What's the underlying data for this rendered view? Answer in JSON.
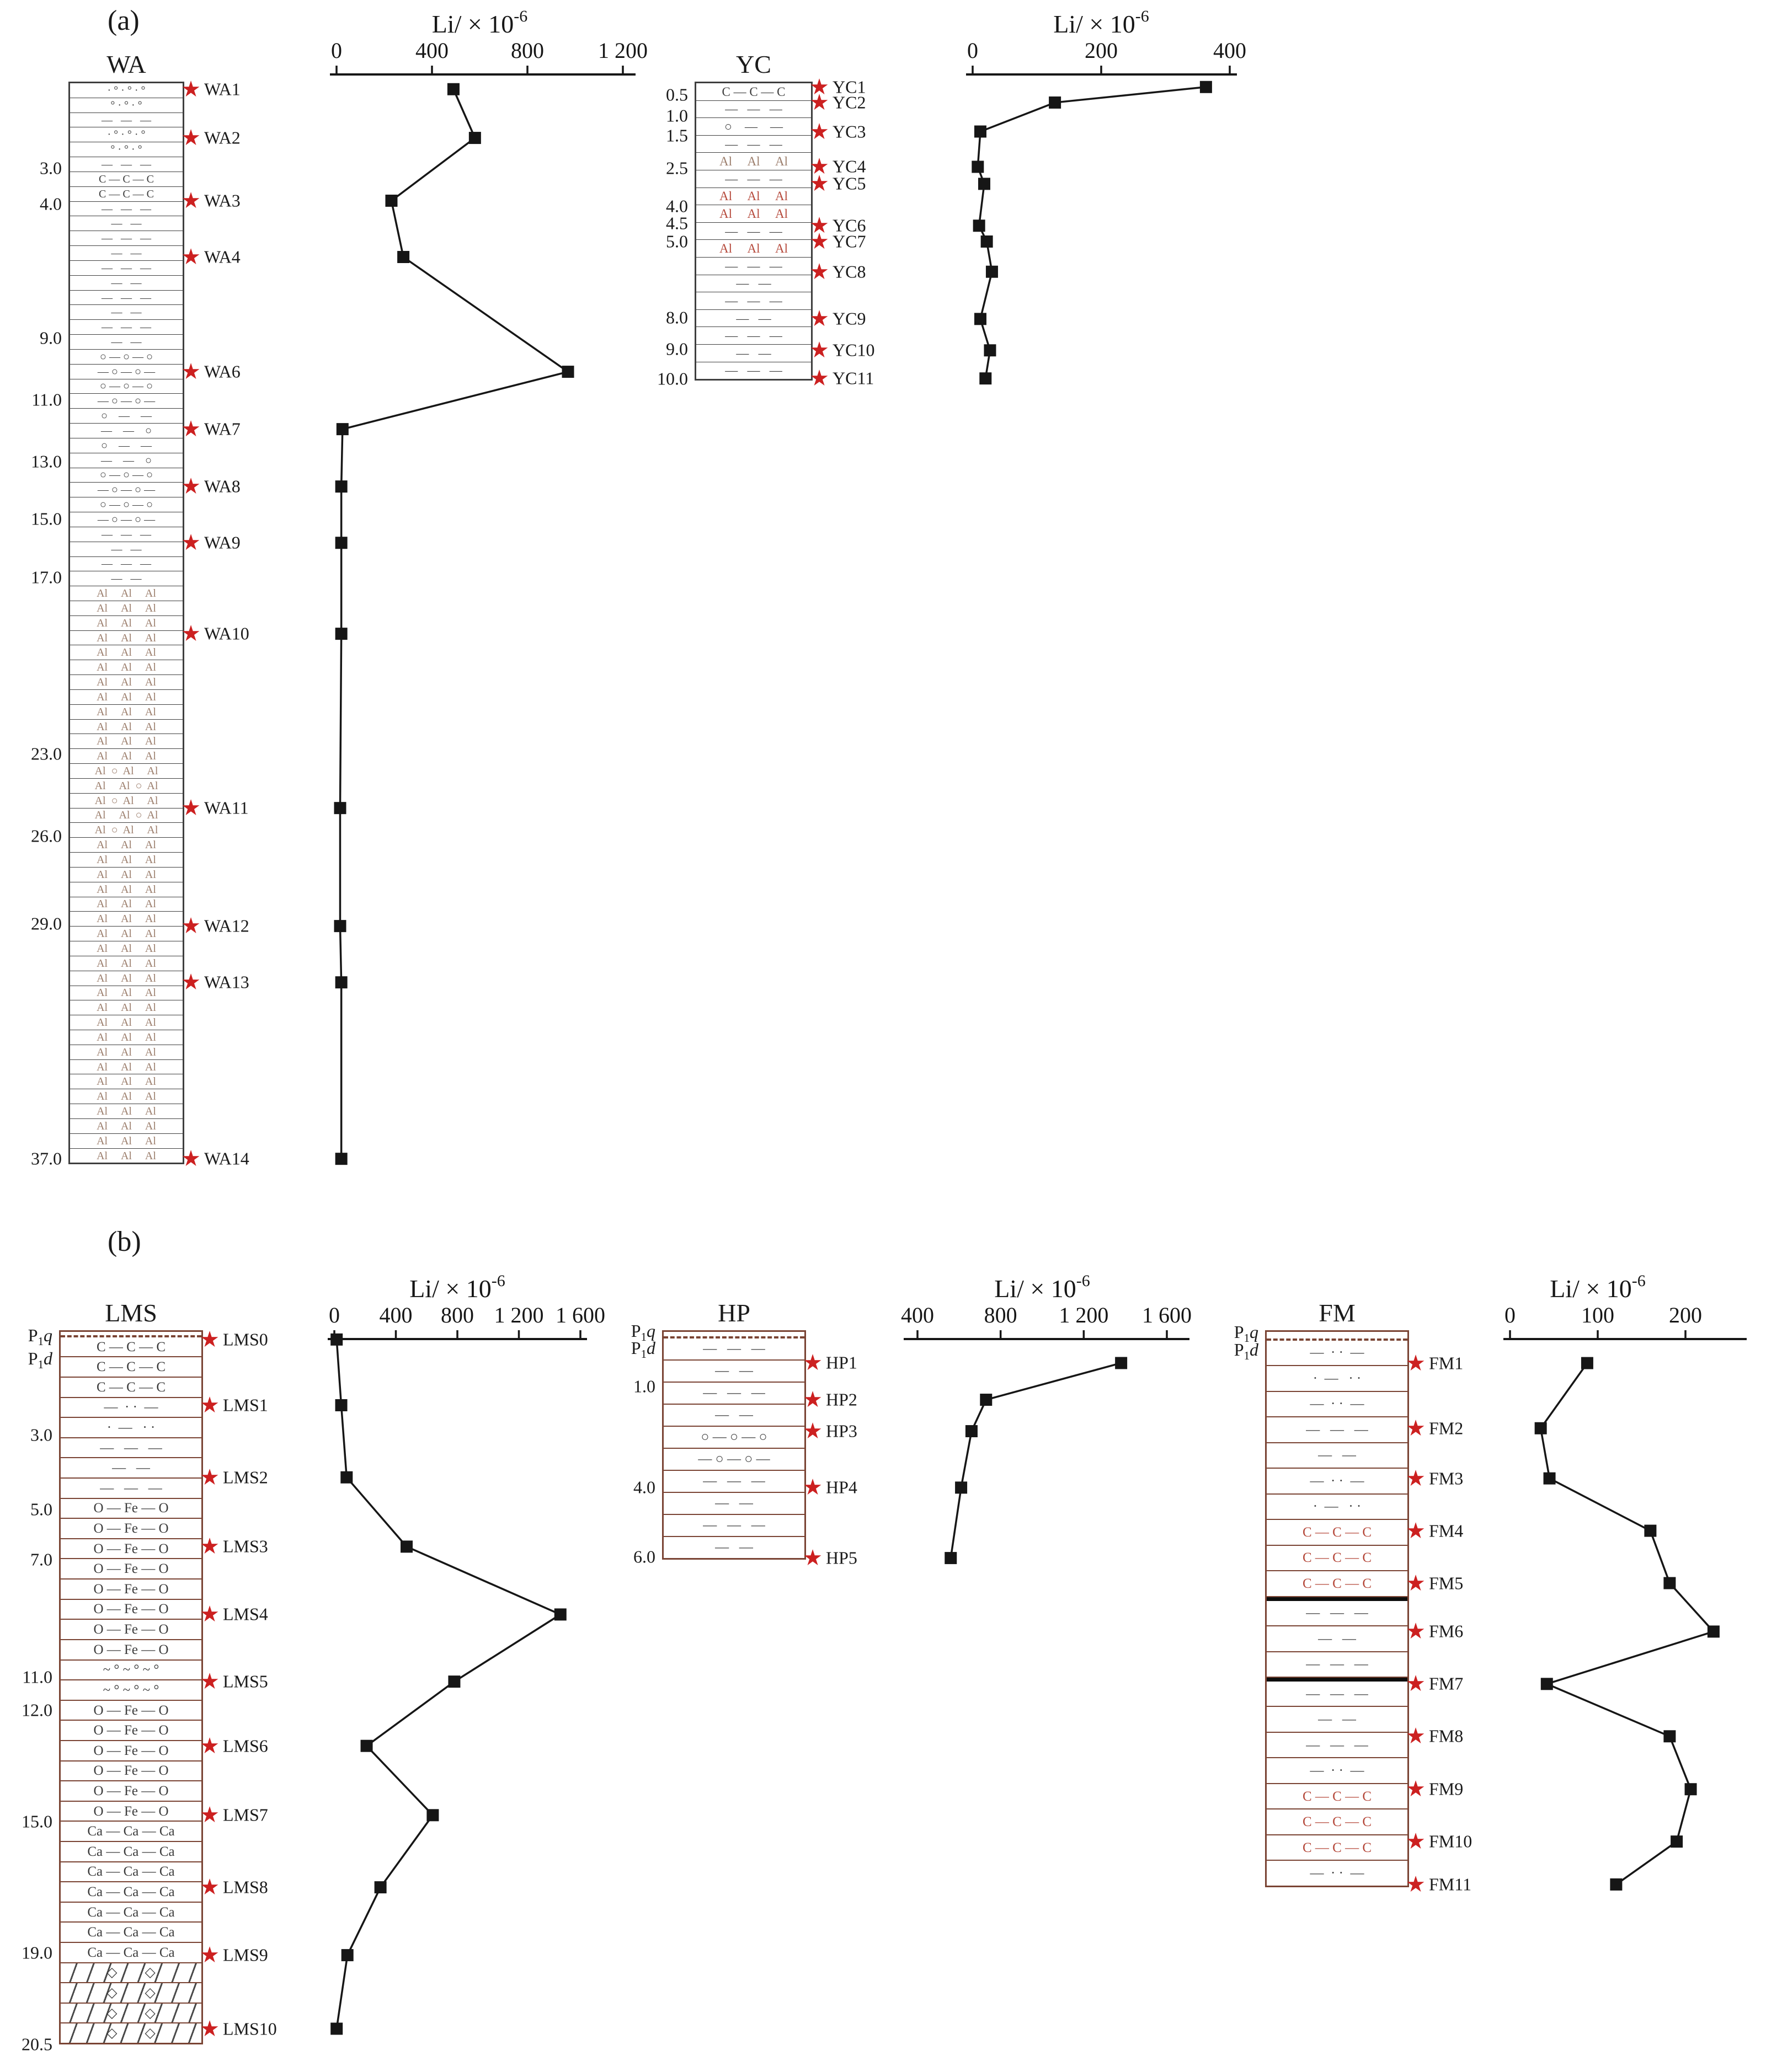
{
  "panel_a_label": "(a)",
  "panel_b_label": "(b)",
  "axis_title": {
    "base": "Li/ × 10",
    "exponent": "-6"
  },
  "colors": {
    "star": "#cc2020",
    "data_line": "#161616",
    "marker": "#161616",
    "panel_a_border": "#3f3f3f",
    "panel_b_border": "#7a4434",
    "red_lithology_text": "#b5483a",
    "al_text": "#9b7d6b"
  },
  "chart_data": [
    {
      "id": "WA",
      "type": "line",
      "panel": "a",
      "column_title": "WA",
      "axis": {
        "min": 0,
        "ticks": [
          0,
          400,
          800,
          1200
        ],
        "tick_labels": [
          "0",
          "400",
          "800",
          "1 200"
        ]
      },
      "samples": [
        {
          "label": "WA1",
          "pos": 0.007,
          "li": 490
        },
        {
          "label": "WA2",
          "pos": 0.052,
          "li": 580
        },
        {
          "label": "WA3",
          "pos": 0.11,
          "li": 230
        },
        {
          "label": "WA4",
          "pos": 0.162,
          "li": 280
        },
        {
          "label": "WA6",
          "pos": 0.268,
          "li": 970
        },
        {
          "label": "WA7",
          "pos": 0.321,
          "li": 25
        },
        {
          "label": "WA8",
          "pos": 0.374,
          "li": 20
        },
        {
          "label": "WA9",
          "pos": 0.426,
          "li": 20
        },
        {
          "label": "WA10",
          "pos": 0.51,
          "li": 20
        },
        {
          "label": "WA11",
          "pos": 0.671,
          "li": 15
        },
        {
          "label": "WA12",
          "pos": 0.78,
          "li": 15
        },
        {
          "label": "WA13",
          "pos": 0.832,
          "li": 20
        },
        {
          "label": "WA14",
          "pos": 0.995,
          "li": 20
        }
      ],
      "depth_labels": [
        {
          "text": "3.0",
          "pos": 0.08
        },
        {
          "text": "4.0",
          "pos": 0.113
        },
        {
          "text": "9.0",
          "pos": 0.237
        },
        {
          "text": "11.0",
          "pos": 0.294
        },
        {
          "text": "13.0",
          "pos": 0.351
        },
        {
          "text": "15.0",
          "pos": 0.404
        },
        {
          "text": "17.0",
          "pos": 0.458
        },
        {
          "text": "23.0",
          "pos": 0.621
        },
        {
          "text": "26.0",
          "pos": 0.697
        },
        {
          "text": "29.0",
          "pos": 0.778
        },
        {
          "text": "37.0",
          "pos": 0.995
        }
      ],
      "strat_labels": [],
      "lithology": [
        {
          "pattern": "dots",
          "rows": 2
        },
        {
          "pattern": "dash",
          "rows": 1
        },
        {
          "pattern": "dots",
          "rows": 2
        },
        {
          "pattern": "dash",
          "rows": 1
        },
        {
          "pattern": "coal",
          "rows": 2
        },
        {
          "pattern": "dash",
          "rows": 10
        },
        {
          "pattern": "circle-dash",
          "rows": 4
        },
        {
          "pattern": "dash-circle",
          "rows": 4
        },
        {
          "pattern": "circle-dash",
          "rows": 4
        },
        {
          "pattern": "dash",
          "rows": 4
        },
        {
          "pattern": "al",
          "rows": 12
        },
        {
          "pattern": "al-circle",
          "rows": 5
        },
        {
          "pattern": "al",
          "rows": 22
        }
      ]
    },
    {
      "id": "YC",
      "type": "line",
      "panel": "a",
      "column_title": "YC",
      "axis": {
        "min": 0,
        "ticks": [
          0,
          200,
          400
        ],
        "tick_labels": [
          "0",
          "200",
          "400"
        ]
      },
      "samples": [
        {
          "label": "YC1",
          "pos": 0.018,
          "li": 363
        },
        {
          "label": "YC2",
          "pos": 0.07,
          "li": 128
        },
        {
          "label": "YC3",
          "pos": 0.167,
          "li": 12
        },
        {
          "label": "YC4",
          "pos": 0.285,
          "li": 8
        },
        {
          "label": "YC5",
          "pos": 0.342,
          "li": 18
        },
        {
          "label": "YC6",
          "pos": 0.482,
          "li": 10
        },
        {
          "label": "YC7",
          "pos": 0.535,
          "li": 22
        },
        {
          "label": "YC8",
          "pos": 0.636,
          "li": 30
        },
        {
          "label": "YC9",
          "pos": 0.794,
          "li": 12
        },
        {
          "label": "YC10",
          "pos": 0.899,
          "li": 27
        },
        {
          "label": "YC11",
          "pos": 0.993,
          "li": 20
        }
      ],
      "depth_labels": [
        {
          "text": "0.5",
          "pos": 0.044
        },
        {
          "text": "1.0",
          "pos": 0.114
        },
        {
          "text": "1.5",
          "pos": 0.18
        },
        {
          "text": "2.5",
          "pos": 0.289
        },
        {
          "text": "4.0",
          "pos": 0.417
        },
        {
          "text": "4.5",
          "pos": 0.474
        },
        {
          "text": "5.0",
          "pos": 0.535
        },
        {
          "text": "8.0",
          "pos": 0.789
        },
        {
          "text": "9.0",
          "pos": 0.895
        },
        {
          "text": "10.0",
          "pos": 0.995
        }
      ],
      "strat_labels": [],
      "lithology": [
        {
          "pattern": "coal",
          "rows": 1
        },
        {
          "pattern": "dash",
          "rows": 1
        },
        {
          "pattern": "dash-circle",
          "rows": 1
        },
        {
          "pattern": "dash",
          "rows": 1
        },
        {
          "pattern": "al",
          "rows": 1
        },
        {
          "pattern": "dash",
          "rows": 1
        },
        {
          "pattern": "al-red",
          "rows": 2
        },
        {
          "pattern": "dash",
          "rows": 1
        },
        {
          "pattern": "al-red",
          "rows": 1
        },
        {
          "pattern": "dash",
          "rows": 7
        }
      ]
    },
    {
      "id": "LMS",
      "type": "line",
      "panel": "b",
      "column_title": "LMS",
      "axis": {
        "min": 0,
        "ticks": [
          0,
          400,
          800,
          1200,
          1600
        ],
        "tick_labels": [
          "0",
          "400",
          "800",
          "1 200",
          "1 600"
        ]
      },
      "samples": [
        {
          "label": "LMS0",
          "pos": 0.013,
          "li": 15
        },
        {
          "label": "LMS1",
          "pos": 0.105,
          "li": 45
        },
        {
          "label": "LMS2",
          "pos": 0.206,
          "li": 80
        },
        {
          "label": "LMS3",
          "pos": 0.303,
          "li": 470
        },
        {
          "label": "LMS4",
          "pos": 0.398,
          "li": 1470
        },
        {
          "label": "LMS5",
          "pos": 0.492,
          "li": 780
        },
        {
          "label": "LMS6",
          "pos": 0.582,
          "li": 210
        },
        {
          "label": "LMS7",
          "pos": 0.679,
          "li": 640
        },
        {
          "label": "LMS8",
          "pos": 0.78,
          "li": 300
        },
        {
          "label": "LMS9",
          "pos": 0.875,
          "li": 85
        },
        {
          "label": "LMS10",
          "pos": 0.978,
          "li": 15
        }
      ],
      "depth_labels": [
        {
          "text": "3.0",
          "pos": 0.147
        },
        {
          "text": "5.0",
          "pos": 0.251
        },
        {
          "text": "7.0",
          "pos": 0.321
        },
        {
          "text": "11.0",
          "pos": 0.486
        },
        {
          "text": "12.0",
          "pos": 0.532
        },
        {
          "text": "15.0",
          "pos": 0.688
        },
        {
          "text": "19.0",
          "pos": 0.872
        },
        {
          "text": "20.5",
          "pos": 1.0
        }
      ],
      "strat_labels": [
        {
          "text": "P1q",
          "pos": 0.009
        },
        {
          "text": "P1d",
          "pos": 0.042
        }
      ],
      "lithology": [
        {
          "pattern": "boundary",
          "rows": 1
        },
        {
          "pattern": "coal",
          "rows": 3
        },
        {
          "pattern": "dashdot",
          "rows": 2
        },
        {
          "pattern": "dash",
          "rows": 3
        },
        {
          "pattern": "fe",
          "rows": 8
        },
        {
          "pattern": "wavy",
          "rows": 2
        },
        {
          "pattern": "fe",
          "rows": 6
        },
        {
          "pattern": "ca",
          "rows": 7
        },
        {
          "pattern": "breccia",
          "rows": 4
        }
      ]
    },
    {
      "id": "HP",
      "type": "line",
      "panel": "b",
      "column_title": "HP",
      "axis": {
        "min": 400,
        "ticks": [
          400,
          800,
          1200,
          1600
        ],
        "tick_labels": [
          "400",
          "800",
          "1 200",
          "1 600"
        ]
      },
      "samples": [
        {
          "label": "HP1",
          "pos": 0.143,
          "li": 1380
        },
        {
          "label": "HP2",
          "pos": 0.303,
          "li": 730
        },
        {
          "label": "HP3",
          "pos": 0.44,
          "li": 660
        },
        {
          "label": "HP4",
          "pos": 0.686,
          "li": 610
        },
        {
          "label": "HP5",
          "pos": 0.993,
          "li": 560
        }
      ],
      "depth_labels": [
        {
          "text": "1.0",
          "pos": 0.246
        },
        {
          "text": "4.0",
          "pos": 0.686
        },
        {
          "text": "6.0",
          "pos": 0.989
        }
      ],
      "strat_labels": [
        {
          "text": "P1q",
          "pos": 0.01
        },
        {
          "text": "P1d",
          "pos": 0.085
        }
      ],
      "lithology": [
        {
          "pattern": "boundary",
          "rows": 1
        },
        {
          "pattern": "dash",
          "rows": 4
        },
        {
          "pattern": "circle-dash",
          "rows": 2
        },
        {
          "pattern": "dash",
          "rows": 4
        }
      ]
    },
    {
      "id": "FM",
      "type": "line",
      "panel": "b",
      "column_title": "FM",
      "axis": {
        "min": 0,
        "ticks": [
          0,
          100,
          200
        ],
        "tick_labels": [
          "0",
          "100",
          "200"
        ]
      },
      "samples": [
        {
          "label": "FM1",
          "pos": 0.059,
          "li": 88
        },
        {
          "label": "FM2",
          "pos": 0.176,
          "li": 35
        },
        {
          "label": "FM3",
          "pos": 0.266,
          "li": 45
        },
        {
          "label": "FM4",
          "pos": 0.36,
          "li": 160
        },
        {
          "label": "FM5",
          "pos": 0.454,
          "li": 182
        },
        {
          "label": "FM6",
          "pos": 0.541,
          "li": 232
        },
        {
          "label": "FM7",
          "pos": 0.635,
          "li": 42
        },
        {
          "label": "FM8",
          "pos": 0.729,
          "li": 182
        },
        {
          "label": "FM9",
          "pos": 0.824,
          "li": 206
        },
        {
          "label": "FM10",
          "pos": 0.918,
          "li": 190
        },
        {
          "label": "FM11",
          "pos": 0.995,
          "li": 121
        }
      ],
      "depth_labels": [],
      "strat_labels": [
        {
          "text": "P1q",
          "pos": 0.006
        },
        {
          "text": "P1d",
          "pos": 0.038
        }
      ],
      "lithology": [
        {
          "pattern": "boundary",
          "rows": 1
        },
        {
          "pattern": "dashdot",
          "rows": 3
        },
        {
          "pattern": "dash",
          "rows": 2
        },
        {
          "pattern": "dashdot",
          "rows": 2
        },
        {
          "pattern": "coal-red",
          "rows": 3
        },
        {
          "pattern": "black",
          "rows": 1
        },
        {
          "pattern": "dash",
          "rows": 3
        },
        {
          "pattern": "black",
          "rows": 1
        },
        {
          "pattern": "dash",
          "rows": 3
        },
        {
          "pattern": "dashdot",
          "rows": 1
        },
        {
          "pattern": "coal-red",
          "rows": 3
        },
        {
          "pattern": "dashdot",
          "rows": 1
        }
      ]
    }
  ]
}
